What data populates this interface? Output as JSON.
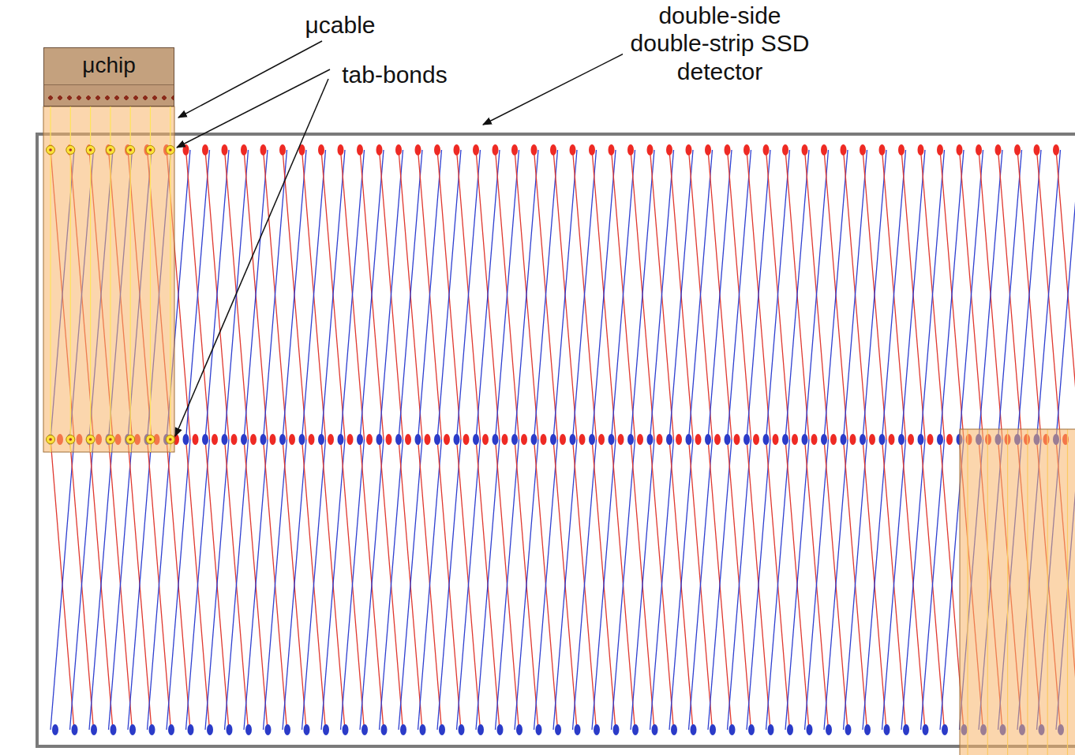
{
  "diagram": {
    "nodes": [
      {
        "text": [
          "μchip"
        ]
      }
    ],
    "labels": [
      "μcable",
      "tab-bonds",
      "double-side double-strip SSD detector"
    ]
  }
}
